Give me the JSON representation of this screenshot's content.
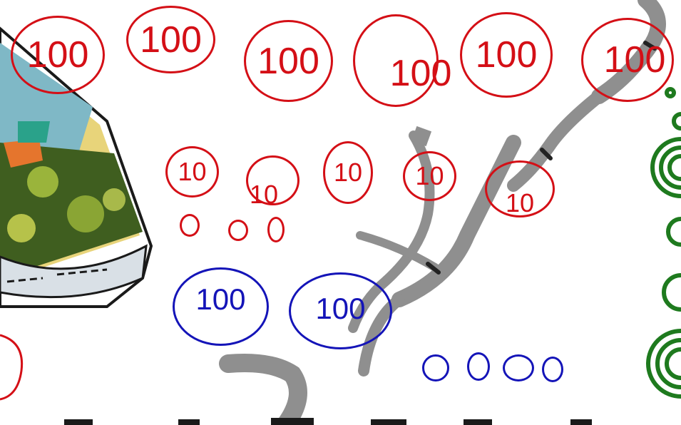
{
  "colors": {
    "coin_red": "#d40f16",
    "coin_blue": "#1414b8",
    "watermark_gray": "#8f8f8f",
    "spiral_green": "#1e7a1e"
  },
  "coins": {
    "red_hundreds": [
      "100",
      "100",
      "100",
      "100",
      "100",
      "100"
    ],
    "red_tens": [
      "10",
      "10",
      "10",
      "10",
      "10"
    ],
    "red_ones_count": 3,
    "blue_hundreds": [
      "100",
      "100"
    ],
    "blue_ones_count": 4
  },
  "decorations": {
    "left_image": "book-illustration",
    "watermark": "arabic-calligraphy-watermark",
    "right_border": "green-spiral-border"
  }
}
